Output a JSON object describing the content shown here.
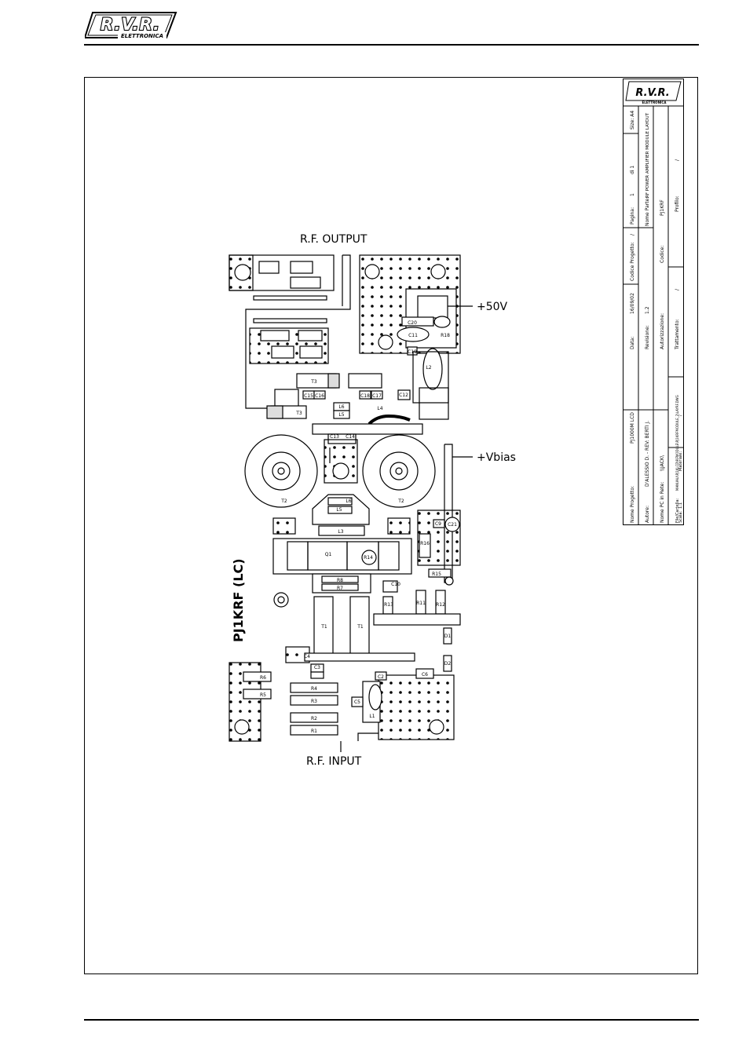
{
  "logo": {
    "brand": "R.V.R.",
    "sub": "ELETTRONICA"
  },
  "diagram": {
    "title": "PJ1KRF (LC)",
    "rf_output": "R.F. OUTPUT",
    "rf_input": "R.F. INPUT",
    "supply": "+50V",
    "bias": "+Vbias",
    "components": [
      "T3",
      "T3",
      "C15",
      "C16",
      "C18",
      "C17",
      "L6",
      "L5",
      "C12",
      "L4",
      "C20",
      "C11",
      "R18",
      "C19",
      "L2",
      "C13",
      "C14",
      "T2",
      "T2",
      "L6",
      "L5",
      "L3",
      "C9",
      "C21",
      "R16",
      "Q1",
      "R14",
      "R8",
      "R7",
      "C10",
      "R15",
      "R13",
      "R11",
      "R12",
      "T1",
      "T1",
      "C4",
      "C3",
      "D1",
      "D2",
      "C2",
      "R6",
      "R5",
      "R4",
      "R3",
      "R2",
      "R1",
      "L1",
      "C5",
      "C6"
    ]
  },
  "title_block": {
    "logo": "R.V.R.",
    "logo_sub": "ELETTRONICA",
    "pagina_label": "Pagina:",
    "pagina_value": "1",
    "di_label": "di 1",
    "size_label": "Size: A4",
    "codice_progetto_label": "Codice Progetto:",
    "codice_progetto_value": "/",
    "nome_parte_label": "Nome Parte:",
    "nome_parte_value": "RF POWER AMPLIFIER MODULE LAYOUT",
    "codice_label": "Codice:",
    "codice_value": "PJ1KRF",
    "profilo_label": "Profilo:",
    "profilo_value": "/",
    "data_label": "Data:",
    "data_value": "16/09/02",
    "revisione_label": "Revisione:",
    "revisione_value": "1.2",
    "autorizzazione_label": "Autorizzazione:",
    "trattamento_label": "Trattamento:",
    "trattamento_value": "/",
    "nome_progetto_label": "Nome Progetto:",
    "nome_progetto_value": "PJ1000M LCD",
    "autore_label": "Autore:",
    "autore_value": "D'ALESSIO D. - REV: BERTI J.",
    "nome_pc_label": "Nome PC in Rete:",
    "nome_pc_value": "\\\\JACK\\",
    "file_label": "File/Cartella:",
    "file_value": "MANUALI\\PJ1KLCD\\RFMODULE\\PJ1KRFMODULE_2\\LAYRF.DWG",
    "scala_label": "Scala:",
    "scala_value": "1:1",
    "materiale_label": "Materiale:",
    "materiale_value": "/"
  },
  "colors": {
    "ink": "#000000",
    "paper": "#ffffff"
  }
}
